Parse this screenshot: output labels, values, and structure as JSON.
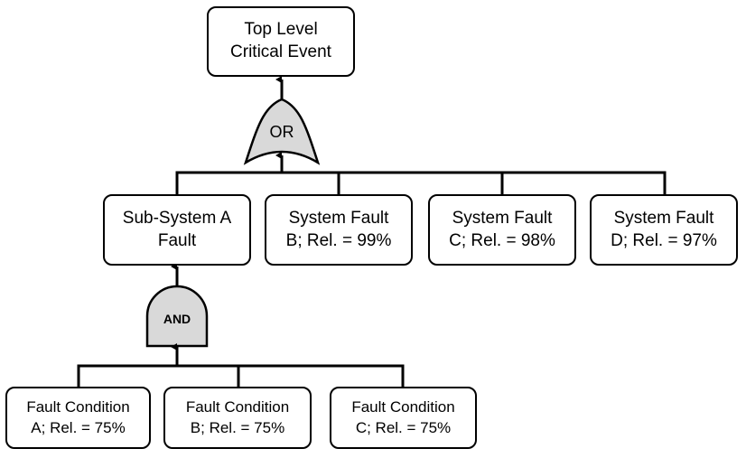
{
  "diagram": {
    "top_event": {
      "line1": "Top Level",
      "line2": "Critical Event"
    },
    "gates": {
      "or_label": "OR",
      "and_label": "AND"
    },
    "middle": [
      {
        "line1": "Sub-System A",
        "line2": "Fault"
      },
      {
        "line1": "System Fault",
        "line2": "B; Rel. = 99%"
      },
      {
        "line1": "System Fault",
        "line2": "C; Rel. = 98%"
      },
      {
        "line1": "System Fault",
        "line2": "D; Rel. = 97%"
      }
    ],
    "bottom": [
      {
        "line1": "Fault Condition",
        "line2": "A; Rel. = 75%"
      },
      {
        "line1": "Fault Condition",
        "line2": "B; Rel. = 75%"
      },
      {
        "line1": "Fault Condition",
        "line2": "C; Rel. = 75%"
      }
    ],
    "colors": {
      "gate_fill": "#d9d9d9",
      "line": "#000000",
      "box_fill": "#ffffff"
    }
  }
}
